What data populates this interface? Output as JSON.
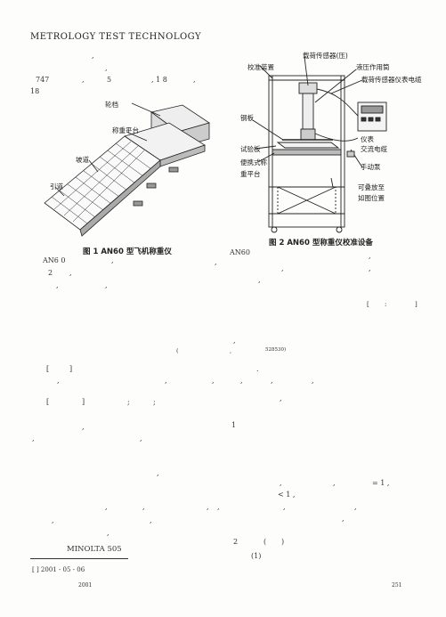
{
  "header": {
    "journal": "METROLOGY TEST TECHNOLOGY"
  },
  "left_col": {
    "l1": ",",
    "l2": ",",
    "l3a": "747",
    "l3b": ",",
    "l3c": "5",
    "l3d": ", 1 8",
    "l3e": ",",
    "l4": "18",
    "fig1_labels": {
      "wheel": "轮档",
      "platform": "称重平台",
      "ramp": "坡道",
      "lead": "引道"
    },
    "fig1_caption": "图 1    AN60 型飞机称重仪",
    "p1a": "AN6 0",
    "p1b": ",",
    "p1c": ",",
    "p2a": "2",
    "p2b": ",",
    "p3a": ",",
    "p3b": ",",
    "p4a": "[",
    "p4b": "]",
    "p5a": ",",
    "p5b": ",",
    "p5c": ",",
    "p6a": "[",
    "p6b": "]",
    "p6c": ";",
    "p6d": ";",
    "p7": ",",
    "p8a": ",",
    "p8b": ",",
    "p9": ",",
    "p10a": ",",
    "p10b": ",",
    "p10c": ",",
    "p11a": ",",
    "p11b": ",",
    "p12": ",",
    "footnote_brand": "MINOLTA 505",
    "footnote_date": "[          ] 2001 - 05 - 06",
    "footnote_year": "2001"
  },
  "right_col": {
    "fig2_labels": {
      "load_sensor": "载荷传感器(压)",
      "calib": "校准装置",
      "hydraulic": "液压作用筒",
      "cable": "载荷传感器仪表电缆",
      "plate": "钢板",
      "instrument": "仪表",
      "ac": "交流电缆",
      "test_plate": "试验板",
      "pump": "手动泵",
      "portable": "便携式称",
      "weigh_platform": "重平台",
      "foldable": "可叠放至",
      "dashed_pos": "如图位置"
    },
    "fig2_caption": "图 2    AN60 型称重仪校准设备",
    "r1": "AN60",
    "r2": ",",
    "r3a": ",",
    "r3b": ",",
    "r4": ",",
    "r5a": "[",
    "r5b": ":",
    "r5c": "]",
    "r6": ",",
    "r7a": "(",
    "r7b": ",",
    "r7c": "528530)",
    "r8": ".",
    "r9a": ",",
    "r9b": ",",
    "r9c": ",",
    "r10": ",",
    "r11": "1",
    "r12a": ",",
    "r12b": ",",
    "r12c": "= 1 ,",
    "r13": "< 1 ,",
    "r14a": ",",
    "r14b": ",",
    "r14c": ",",
    "r15": ",",
    "r16a": "2",
    "r16b": "(",
    "r16c": ")",
    "r17": "(1)",
    "page_number": "251"
  }
}
